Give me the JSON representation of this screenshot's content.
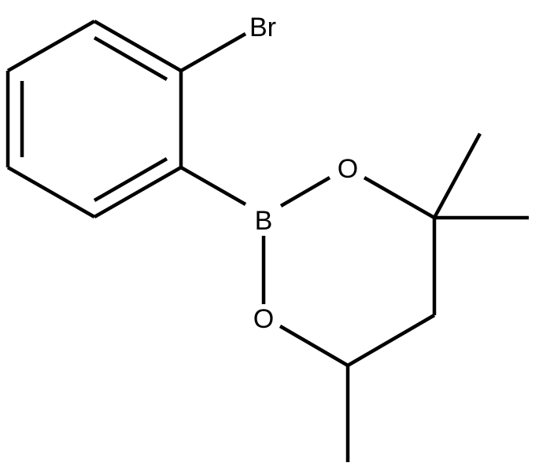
{
  "atoms": {
    "br": "Br",
    "b": "B",
    "o_upper": "O",
    "o_lower": "O"
  },
  "colors": {
    "bond": "#000000",
    "label": "#000000",
    "background": "#ffffff"
  }
}
